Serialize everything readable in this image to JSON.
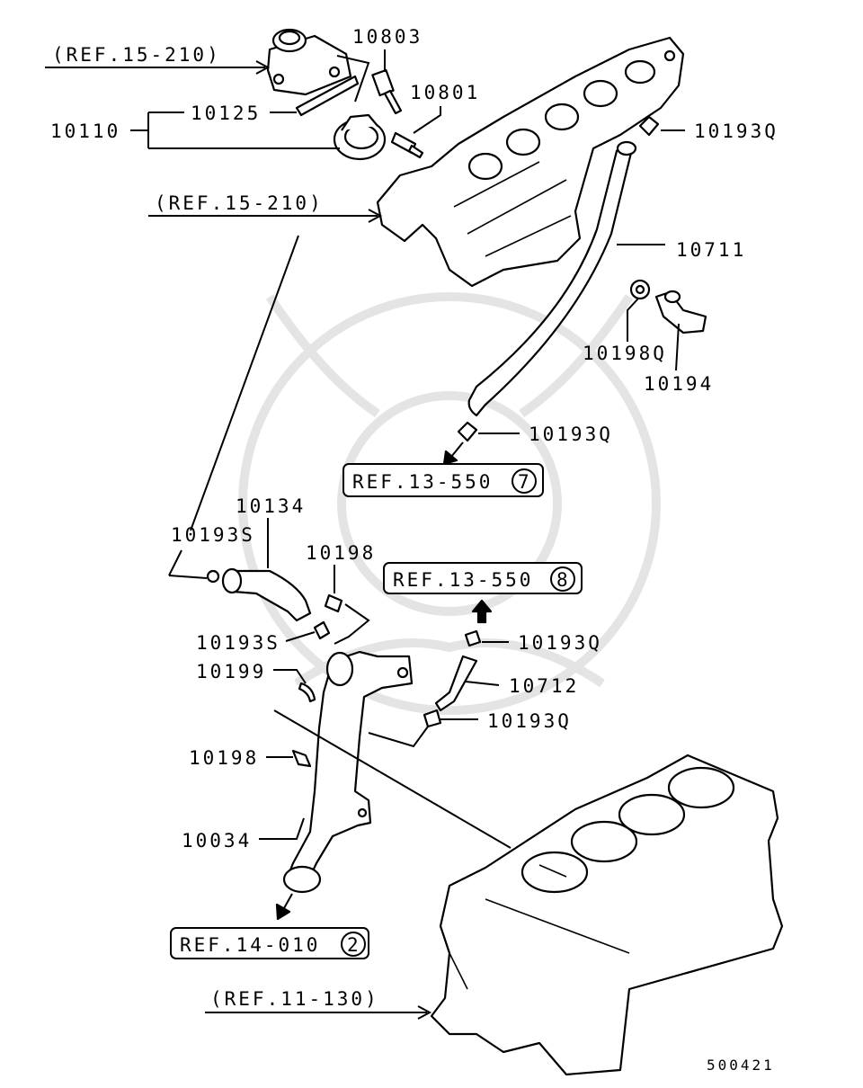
{
  "diagram": {
    "callouts": {
      "c10803": "10803",
      "c10801": "10801",
      "c10125": "10125",
      "c10110": "10110",
      "c10193q_top": "10193Q",
      "c10711": "10711",
      "c10198q": "10198Q",
      "c10194": "10194",
      "c10193q_mid": "10193Q",
      "c10134": "10134",
      "c10193s_top": "10193S",
      "c10198_top": "10198",
      "c10193s_mid": "10193S",
      "c10199": "10199",
      "c10193q_lower": "10193Q",
      "c10712": "10712",
      "c10193q_bottom": "10193Q",
      "c10198_bottom": "10198",
      "c10034": "10034"
    },
    "refs": {
      "ref_15_210_a": "(REF.15-210)",
      "ref_15_210_b": "(REF.15-210)",
      "ref_11_130": "(REF.11-130)"
    },
    "boxed_refs": {
      "box_13_550_7": {
        "text": "REF.13-550",
        "circle": "7"
      },
      "box_13_550_8": {
        "text": "REF.13-550",
        "circle": "8"
      },
      "box_14_010_2": {
        "text": "REF.14-010",
        "circle": "2"
      }
    },
    "diagram_code": "500421"
  }
}
